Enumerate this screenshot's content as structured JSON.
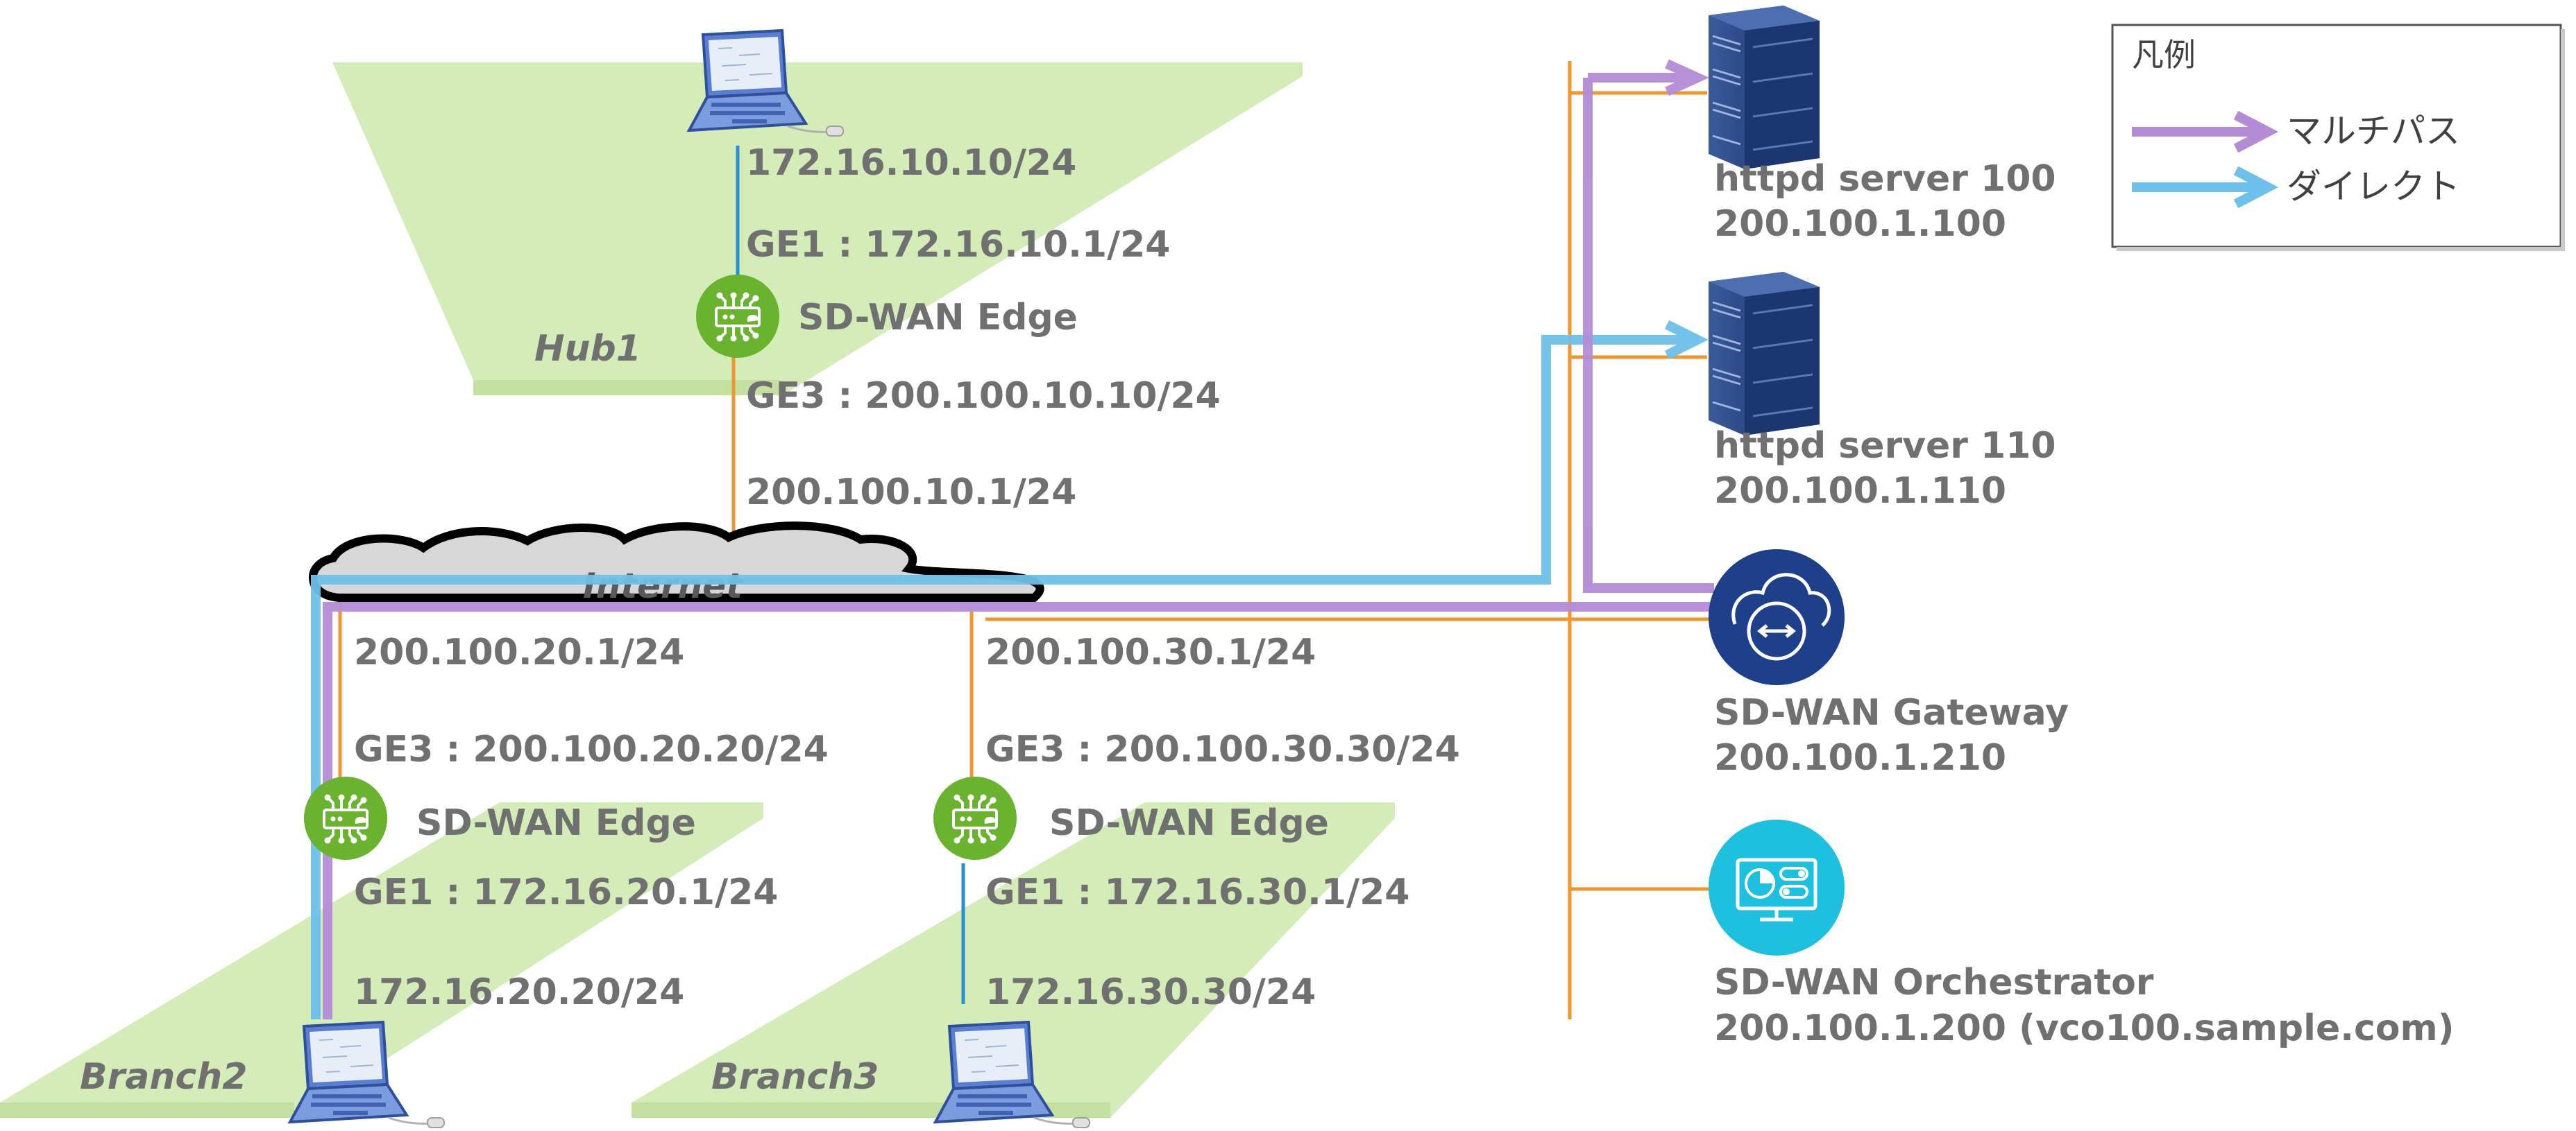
{
  "legend": {
    "title": "凡例",
    "multipath": "マルチパス",
    "direct": "ダイレクト",
    "colors": {
      "multipath": "#b48cd6",
      "direct": "#6cc0ea"
    }
  },
  "sites": {
    "hub1": "Hub1",
    "branch2": "Branch2",
    "branch3": "Branch3"
  },
  "internet": "Internet",
  "hub1": {
    "pc_ip": "172.16.10.10/24",
    "ge1": "GE1 : 172.16.10.1/24",
    "edge": "SD-WAN Edge",
    "ge3": "GE3 : 200.100.10.10/24",
    "gw": "200.100.10.1/24"
  },
  "branch2": {
    "gw": "200.100.20.1/24",
    "ge3": "GE3 : 200.100.20.20/24",
    "edge": "SD-WAN Edge",
    "ge1": "GE1 : 172.16.20.1/24",
    "pc_ip": "172.16.20.20/24"
  },
  "branch3": {
    "gw": "200.100.30.1/24",
    "ge3": "GE3 : 200.100.30.30/24",
    "edge": "SD-WAN Edge",
    "ge1": "GE1 : 172.16.30.1/24",
    "pc_ip": "172.16.30.30/24"
  },
  "servers": [
    {
      "name": "httpd server 100",
      "ip": "200.100.1.100"
    },
    {
      "name": "httpd server 110",
      "ip": "200.100.1.110"
    }
  ],
  "gateway": {
    "name": "SD-WAN Gateway",
    "ip": "200.100.1.210"
  },
  "orchestrator": {
    "name": "SD-WAN Orchestrator",
    "ip": "200.100.1.200 (vco100.sample.com)"
  }
}
